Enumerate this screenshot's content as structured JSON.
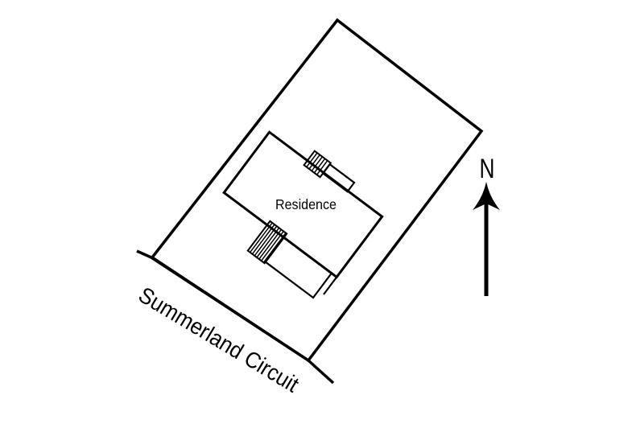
{
  "plan": {
    "residence_label": "Residence",
    "street_label": "Summerland Circuit",
    "north_label": "N",
    "colors": {
      "ink": "#000000",
      "background": "#ffffff"
    }
  }
}
